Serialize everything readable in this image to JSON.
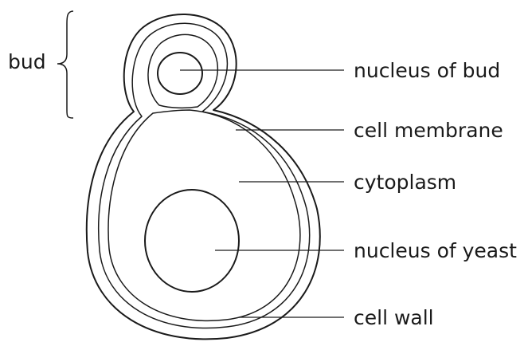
{
  "diagram": {
    "bracket_label": "bud",
    "labels": {
      "nucleus_of_bud": "nucleus of bud",
      "cell_membrane": "cell membrane",
      "cytoplasm": "cytoplasm",
      "nucleus_of_yeast": "nucleus of yeast",
      "cell_wall": "cell wall"
    }
  }
}
